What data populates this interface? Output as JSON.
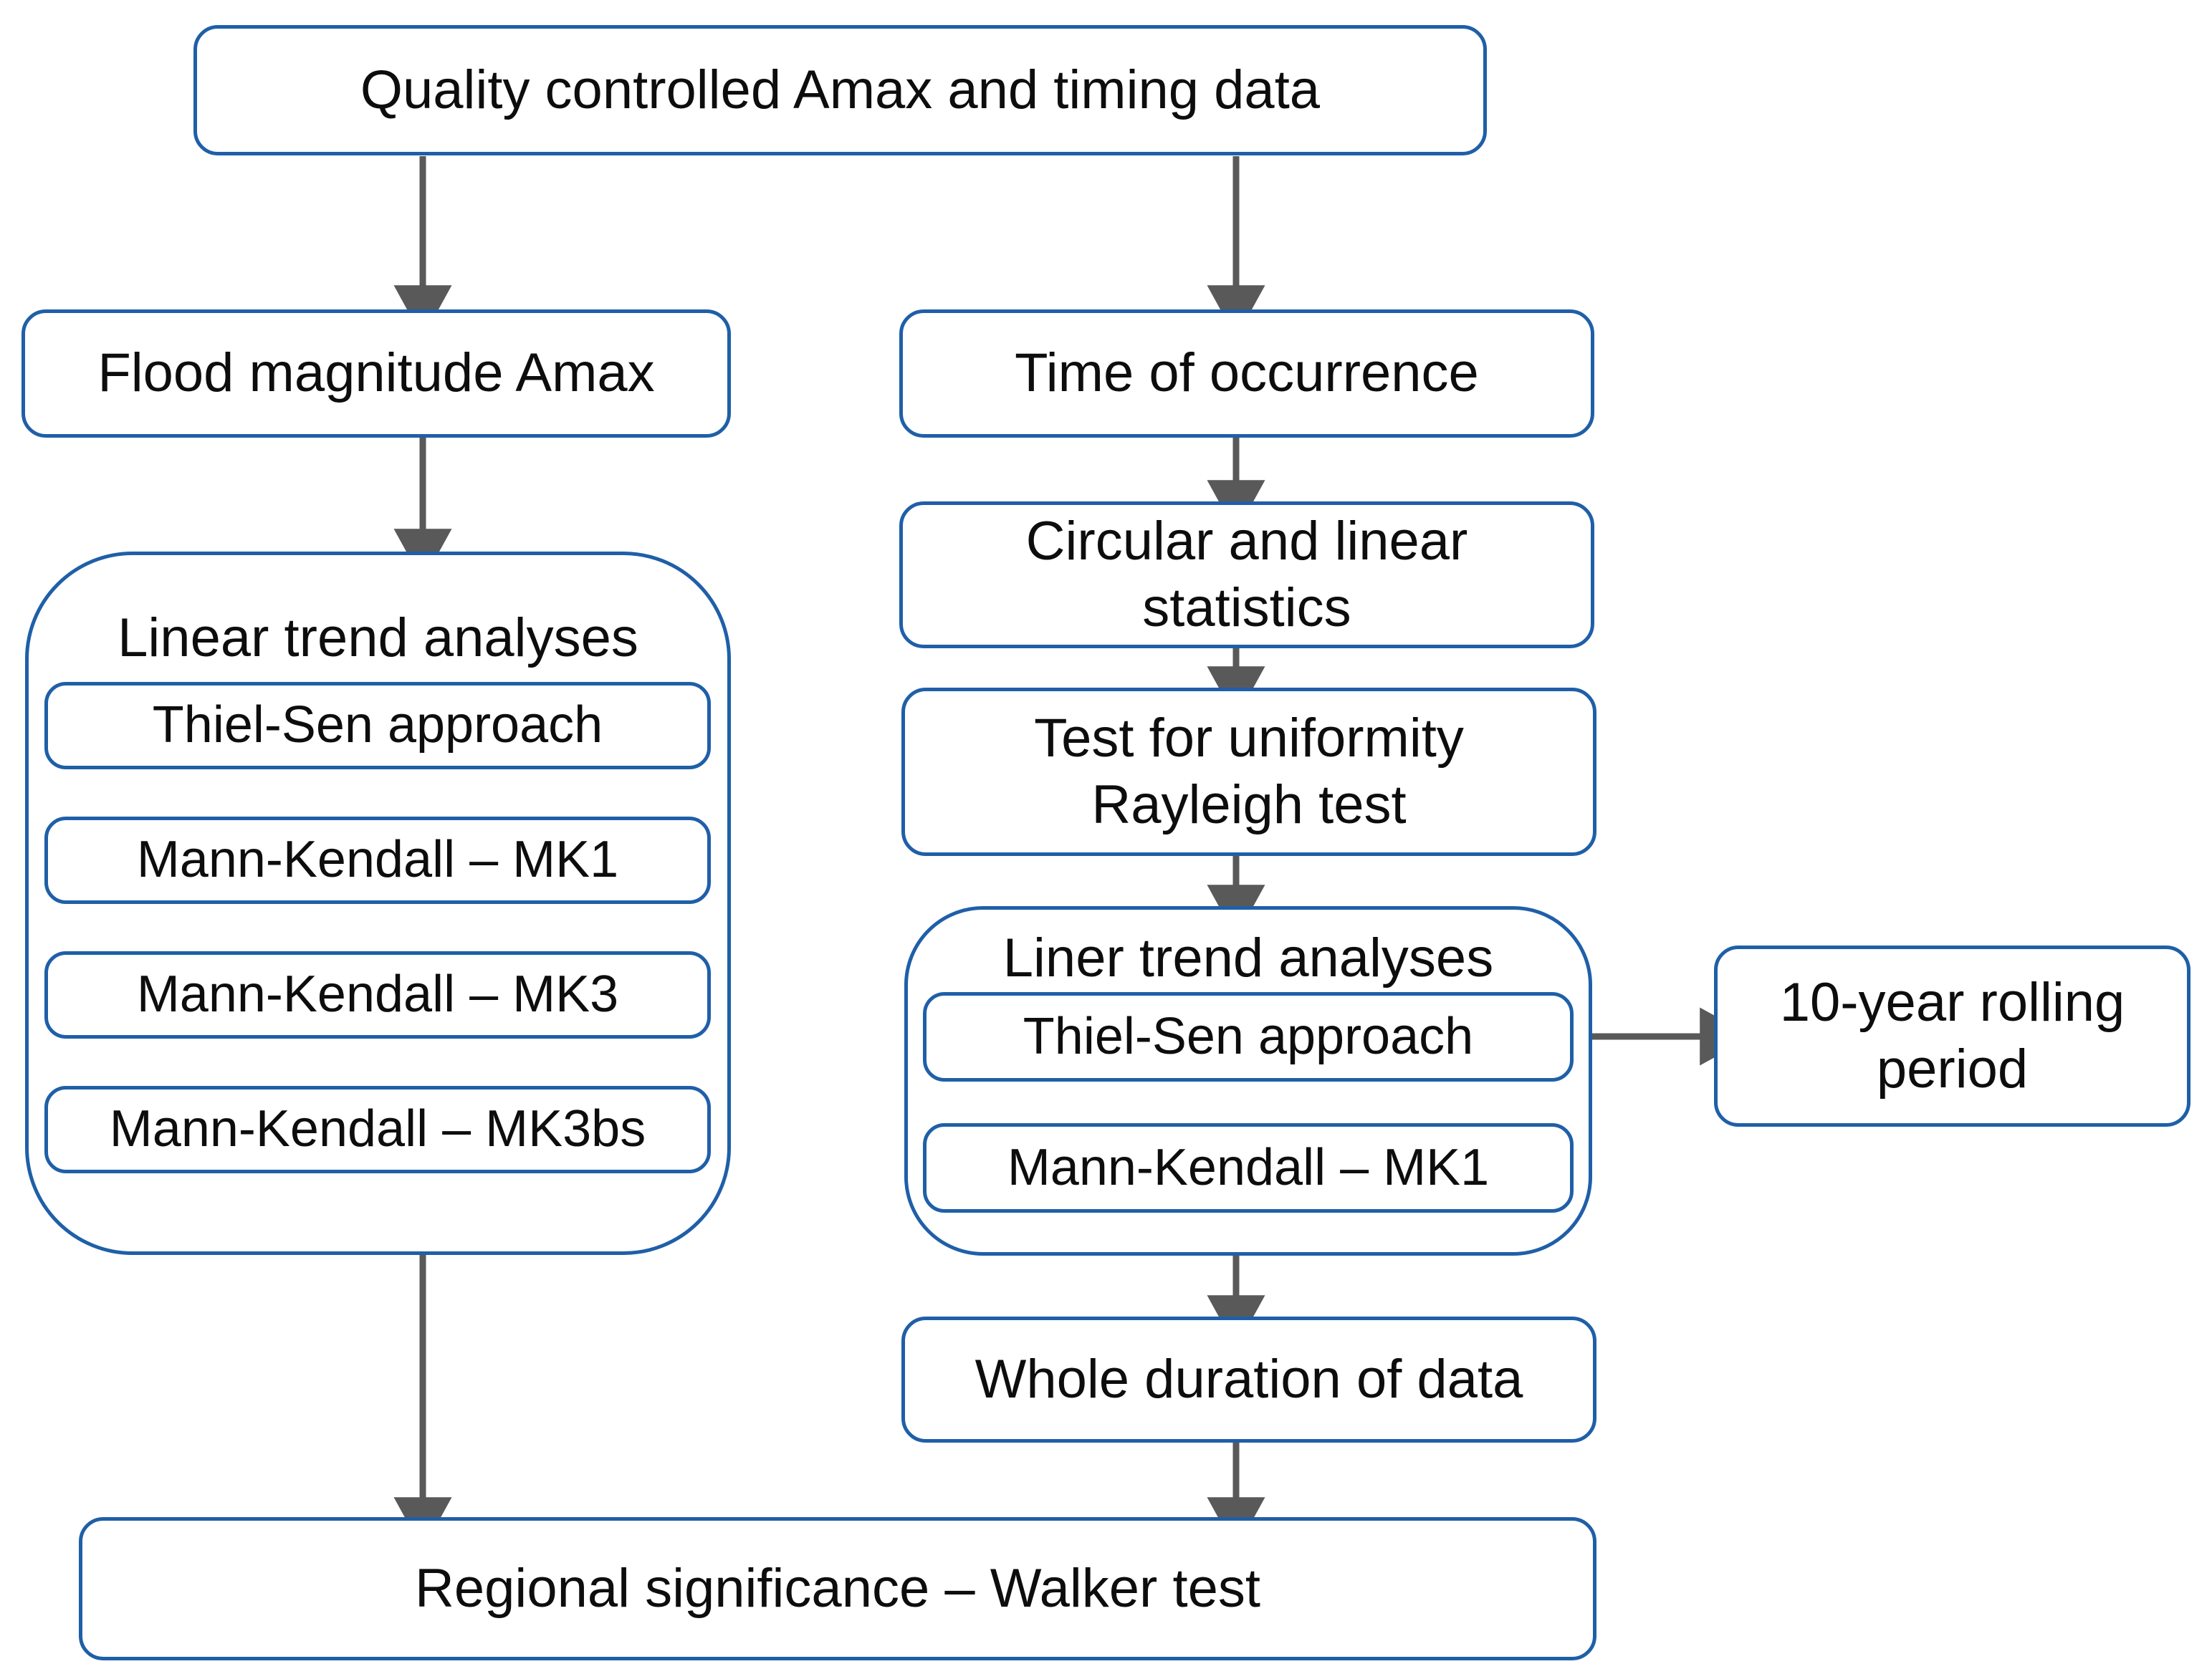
{
  "diagram": {
    "title": "Flood trend analysis methodology flowchart",
    "colors": {
      "box_border": "#1F5FA8",
      "arrow": "#595959",
      "text": "#0d0d0d",
      "background": "#ffffff"
    },
    "nodes": {
      "root": {
        "label": "Quality controlled Amax and timing data"
      },
      "flood_magnitude": {
        "label": "Flood magnitude Amax"
      },
      "time_of_occurrence": {
        "label": "Time of occurrence"
      },
      "circular_statistics": {
        "label": "Circular and linear\nstatistics"
      },
      "uniformity_test": {
        "label": "Test for uniformity\nRayleigh test"
      },
      "rolling_period": {
        "label": "10-year rolling\nperiod"
      },
      "whole_duration": {
        "label": "Whole duration of data"
      },
      "regional_significance": {
        "label": "Regional significance – Walker test"
      }
    },
    "left_group": {
      "title": "Linear trend analyses",
      "methods": [
        {
          "label": "Thiel-Sen approach"
        },
        {
          "label": "Mann-Kendall – MK1"
        },
        {
          "label": "Mann-Kendall – MK3"
        },
        {
          "label": "Mann-Kendall – MK3bs"
        }
      ]
    },
    "right_group": {
      "title": "Liner trend analyses",
      "methods": [
        {
          "label": "Thiel-Sen approach"
        },
        {
          "label": "Mann-Kendall – MK1"
        }
      ]
    },
    "connectors": [
      {
        "name": "root-to-flood-magnitude",
        "direction": "down"
      },
      {
        "name": "root-to-time-of-occurrence",
        "direction": "down"
      },
      {
        "name": "flood-magnitude-to-linear-trend",
        "direction": "down"
      },
      {
        "name": "time-of-occurrence-to-circular-statistics",
        "direction": "down"
      },
      {
        "name": "circular-statistics-to-uniformity-test",
        "direction": "down"
      },
      {
        "name": "uniformity-test-to-liner-trend",
        "direction": "down"
      },
      {
        "name": "liner-trend-to-rolling-period",
        "direction": "right"
      },
      {
        "name": "liner-trend-to-whole-duration",
        "direction": "down"
      },
      {
        "name": "linear-trend-to-regional-significance",
        "direction": "down"
      },
      {
        "name": "whole-duration-to-regional-significance",
        "direction": "down"
      }
    ]
  }
}
